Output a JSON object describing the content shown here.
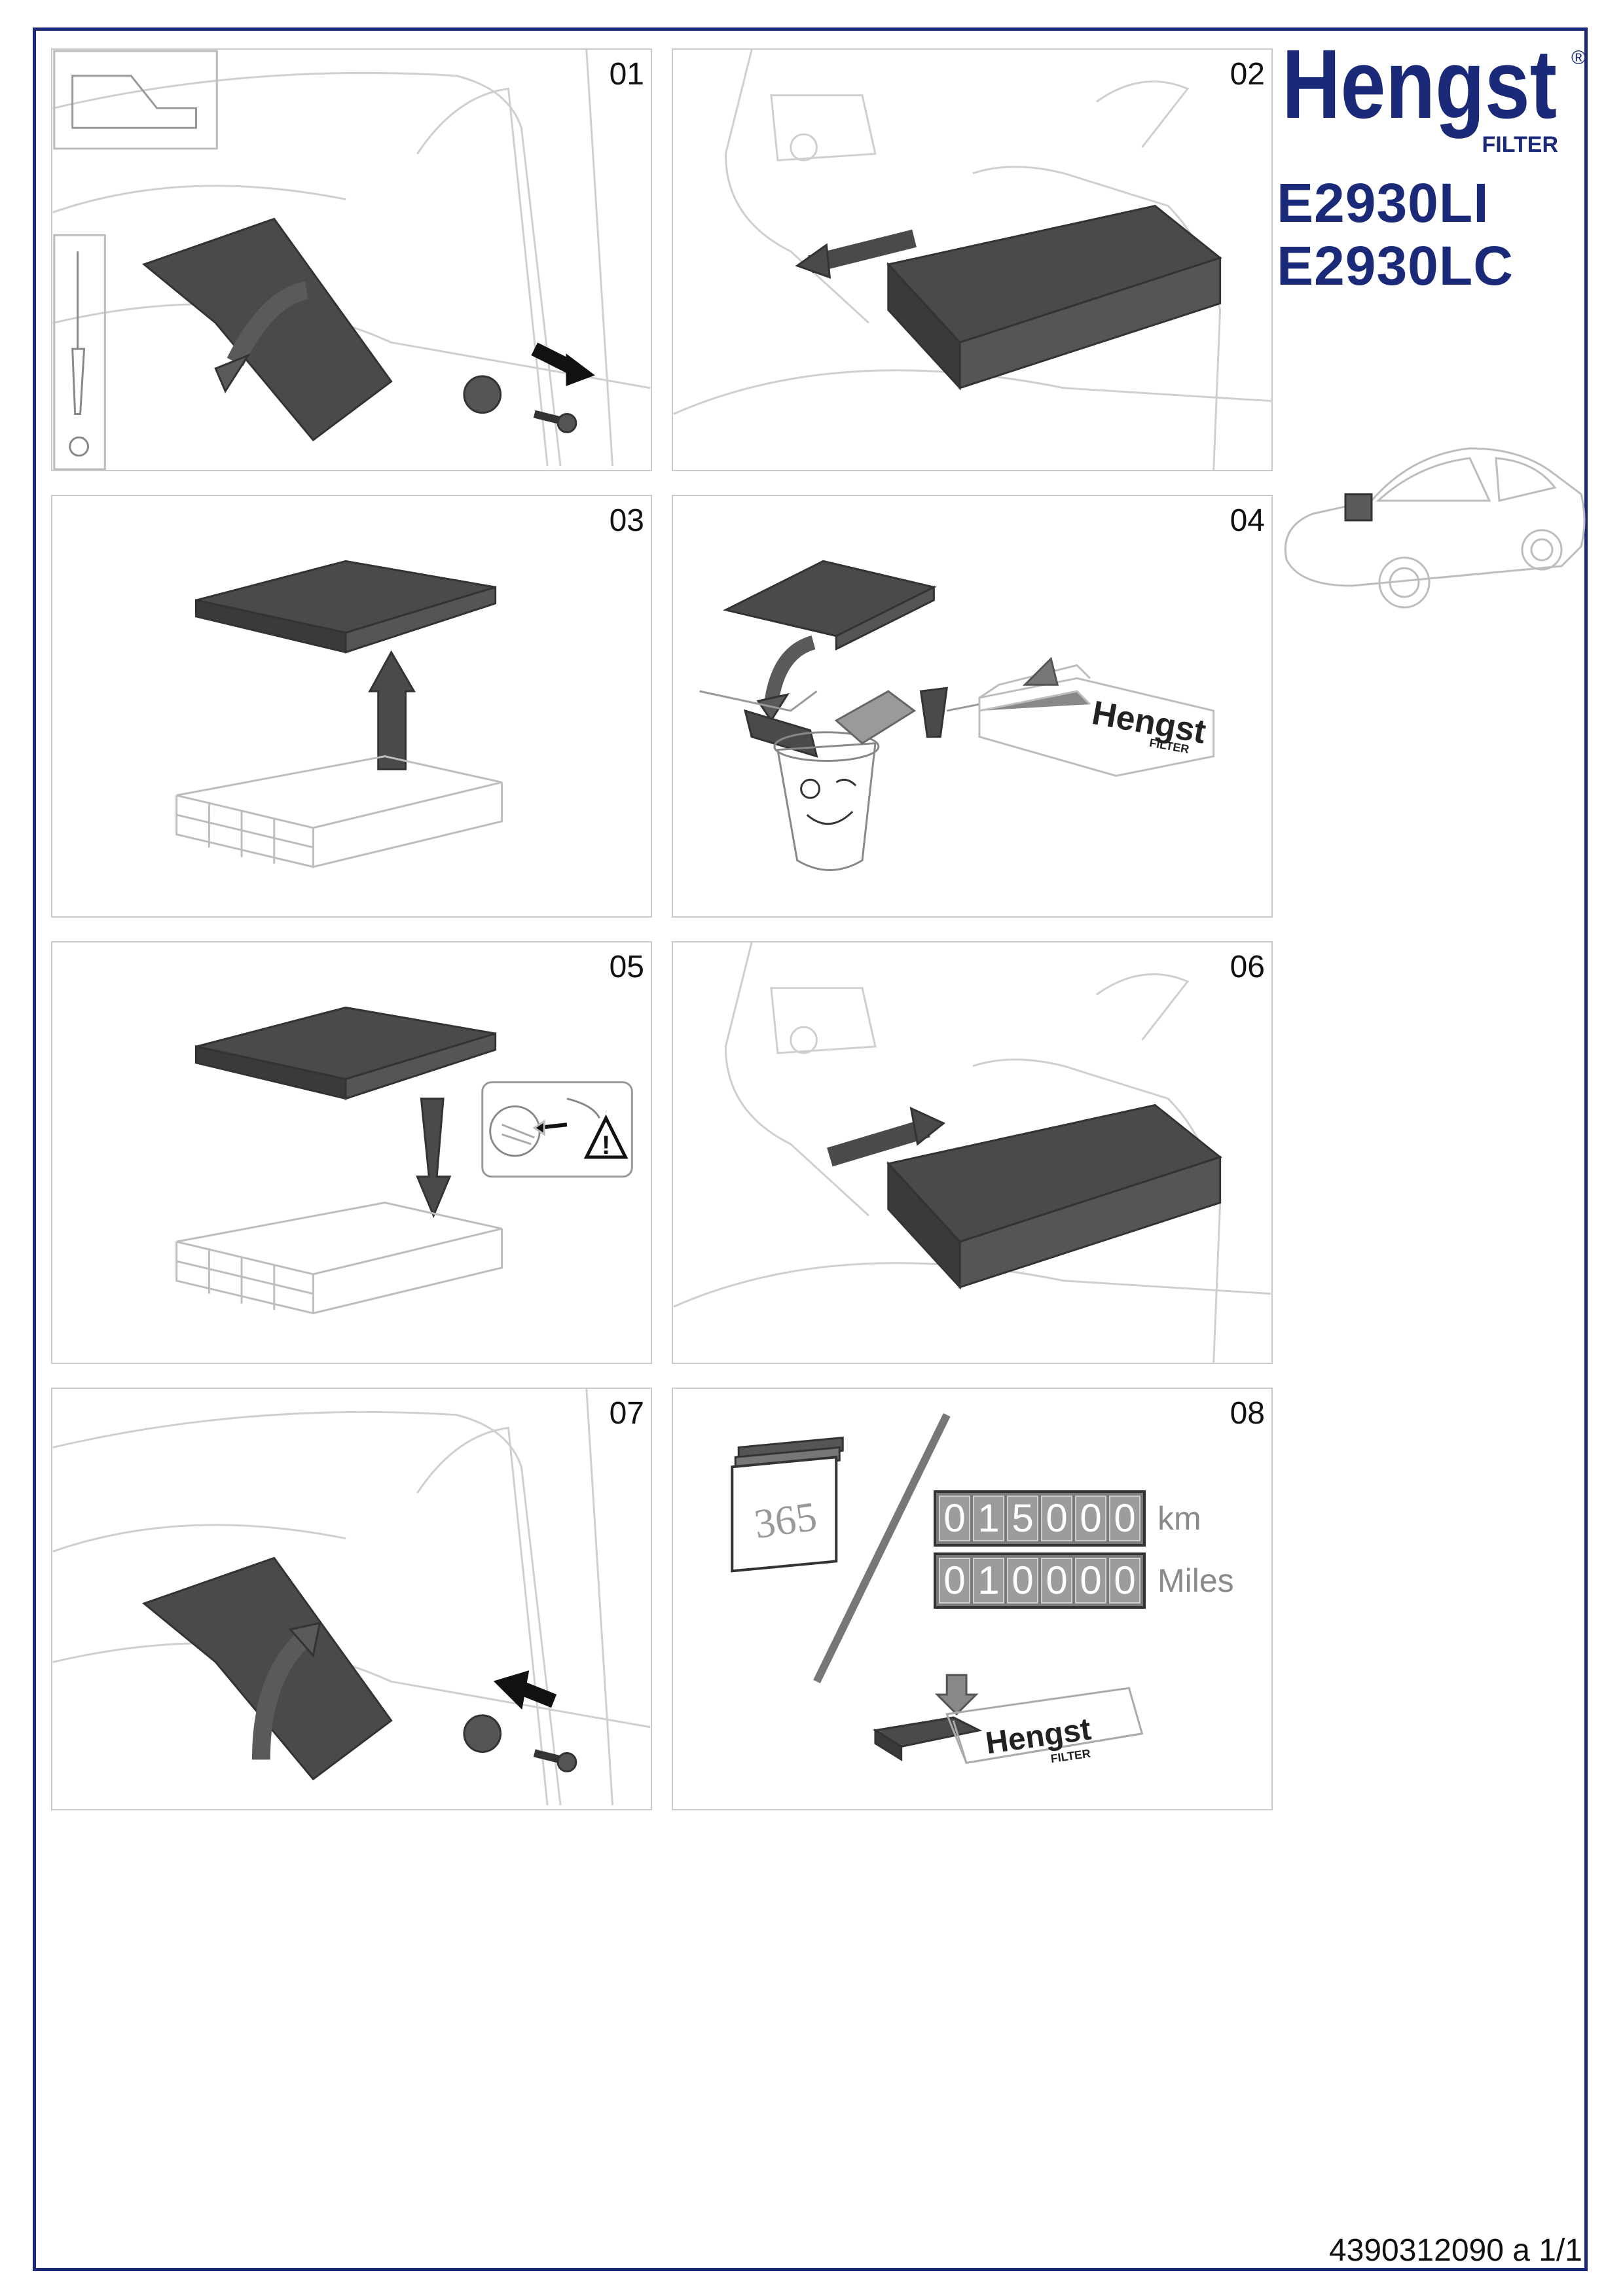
{
  "header": {
    "brand_name": "Hengst",
    "brand_sub": "FILTER",
    "brand_mark": "®",
    "part_numbers": [
      "E2930LI",
      "E2930LC"
    ]
  },
  "steps": [
    {
      "number": "01"
    },
    {
      "number": "02"
    },
    {
      "number": "03"
    },
    {
      "number": "04",
      "box_brand": "Hengst",
      "box_sub": "FILTER"
    },
    {
      "number": "05"
    },
    {
      "number": "06"
    },
    {
      "number": "07"
    },
    {
      "number": "08",
      "calendar_days": "365",
      "odometers": [
        {
          "digits": [
            "0",
            "1",
            "5",
            "0",
            "0",
            "0"
          ],
          "unit": "km"
        },
        {
          "digits": [
            "0",
            "1",
            "0",
            "0",
            "0",
            "0"
          ],
          "unit": "Miles"
        }
      ],
      "box_brand": "Hengst",
      "box_sub": "FILTER"
    }
  ],
  "footer": {
    "document_number": "4390312090 a 1/1"
  },
  "colors": {
    "brand_blue": "#1a2a78",
    "panel_border": "#c9c9c9",
    "filter_dark": "#4a4a4a"
  },
  "icons": [
    "screwdriver-icon",
    "warning-icon",
    "arrow-icon",
    "trash-can-mascot-icon",
    "calendar-icon",
    "car-icon"
  ]
}
